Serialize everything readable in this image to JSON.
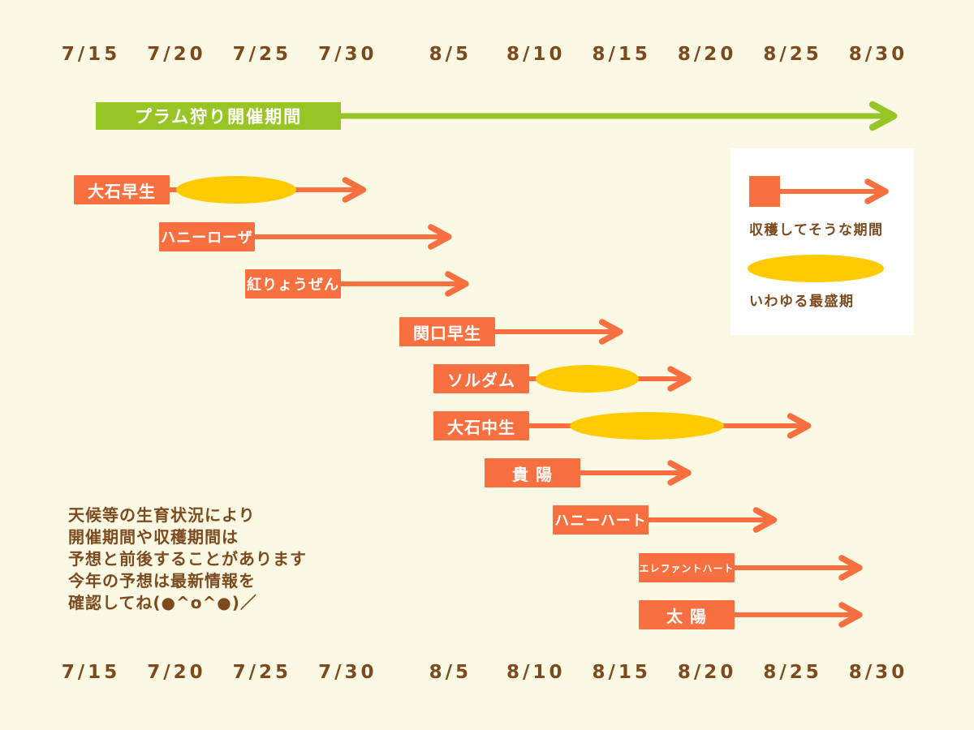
{
  "page": {
    "background": "#FBF8E3"
  },
  "colors": {
    "background": "#FBF8E3",
    "harvest_orange": "#F8703F",
    "peak_yellow": "#FFCB00",
    "event_green": "#97C525",
    "text_brown": "#7C4A1E",
    "label_text": "#FFFFFF",
    "legend_bg": "#FFFFFF"
  },
  "axis": {
    "ticks": [
      "7/15",
      "7/20",
      "7/25",
      "7/30",
      "8/5",
      "8/10",
      "8/15",
      "8/20",
      "8/25",
      "8/30"
    ]
  },
  "chart_data": {
    "type": "bar",
    "title": "プラム狩り開催期間",
    "x_axis_ticks": [
      "7/15",
      "7/20",
      "7/25",
      "7/30",
      "8/5",
      "8/10",
      "8/15",
      "8/20",
      "8/25",
      "8/30"
    ],
    "axis_shown": "top-and-bottom",
    "event_period": {
      "label": "プラム狩り開催期間",
      "start": "7/15",
      "end": "8/31"
    },
    "series": [
      {
        "name": "大石早生",
        "harvest_start": "7/14",
        "harvest_end": "7/31",
        "peak_start": "7/20",
        "peak_end": "7/27"
      },
      {
        "name": "ハニーローザ",
        "harvest_start": "7/19",
        "harvest_end": "8/5",
        "peak_start": null,
        "peak_end": null
      },
      {
        "name": "紅りょうぜん",
        "harvest_start": "7/24",
        "harvest_end": "8/6",
        "peak_start": null,
        "peak_end": null
      },
      {
        "name": "関口早生",
        "harvest_start": "8/2",
        "harvest_end": "8/15",
        "peak_start": null,
        "peak_end": null
      },
      {
        "name": "ソルダム",
        "harvest_start": "8/4",
        "harvest_end": "8/19",
        "peak_start": "8/10",
        "peak_end": "8/16"
      },
      {
        "name": "大石中生",
        "harvest_start": "8/4",
        "harvest_end": "8/26",
        "peak_start": "8/12",
        "peak_end": "8/21"
      },
      {
        "name": "貴 陽",
        "harvest_start": "8/7",
        "harvest_end": "8/19",
        "peak_start": null,
        "peak_end": null
      },
      {
        "name": "ハニーハート",
        "harvest_start": "8/11",
        "harvest_end": "8/24",
        "peak_start": null,
        "peak_end": null
      },
      {
        "name": "エレファントハート",
        "harvest_start": "8/16",
        "harvest_end": "8/29",
        "peak_start": null,
        "peak_end": null
      },
      {
        "name": "太 陽",
        "harvest_start": "8/16",
        "harvest_end": "8/29",
        "peak_start": null,
        "peak_end": null
      }
    ]
  },
  "legend": {
    "harvest_label": "収穫してそうな期間",
    "peak_label": "いわゆる最盛期"
  },
  "note": {
    "lines": [
      "天候等の生育状況により",
      "開催期間や収穫期間は",
      "予想と前後することがあります",
      "今年の予想は最新情報を",
      "確認してね(●^o^●)／"
    ]
  }
}
